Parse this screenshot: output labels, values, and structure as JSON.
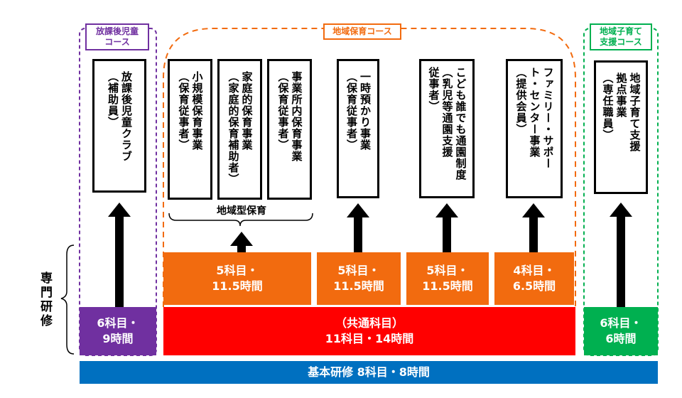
{
  "left_label": "専門研修",
  "courses": {
    "houkago": {
      "label": "放課後児童\nコース",
      "color": "#7030a0"
    },
    "chiiki_hoiku": {
      "label": "地域保育コース",
      "color": "#f26b0f"
    },
    "kosodate": {
      "label": "地域子育て\n支援コース",
      "color": "#00b050"
    }
  },
  "job_boxes": [
    "放課後児童クラブ\n（補助員）",
    "小規模保育事業\n（保育従事者）",
    "家庭的保育事業\n（家庭的保育補助者）",
    "事業所内保育事業\n（保育従事者）",
    "一時預かり事業\n（保育従事者）",
    "こども誰でも通園制度\n（乳児等通園支援\n従事者）",
    "ファミリー・サポー\nト・センター事業\n（提供会員）",
    "地域子育て支援\n拠点事業\n（専任職員）"
  ],
  "group_label": "地域型保育",
  "specialized": [
    {
      "line1": "5科目・",
      "line2": "11.5時間"
    },
    {
      "line1": "5科目・",
      "line2": "11.5時間"
    },
    {
      "line1": "5科目・",
      "line2": "11.5時間"
    },
    {
      "line1": "4科目・",
      "line2": "6.5時間"
    }
  ],
  "houkago_band": {
    "line1": "6科目・",
    "line2": "9時間"
  },
  "common_band": {
    "line1": "（共通科目）",
    "line2": "11科目・14時間"
  },
  "kosodate_band": {
    "line1": "6科目・",
    "line2": "6時間"
  },
  "basic_band": "基本研修 8科目・8時間",
  "colors": {
    "purple": "#7030a0",
    "orange": "#f26b0f",
    "red": "#ff0000",
    "green": "#00b050",
    "blue": "#0070c0"
  }
}
